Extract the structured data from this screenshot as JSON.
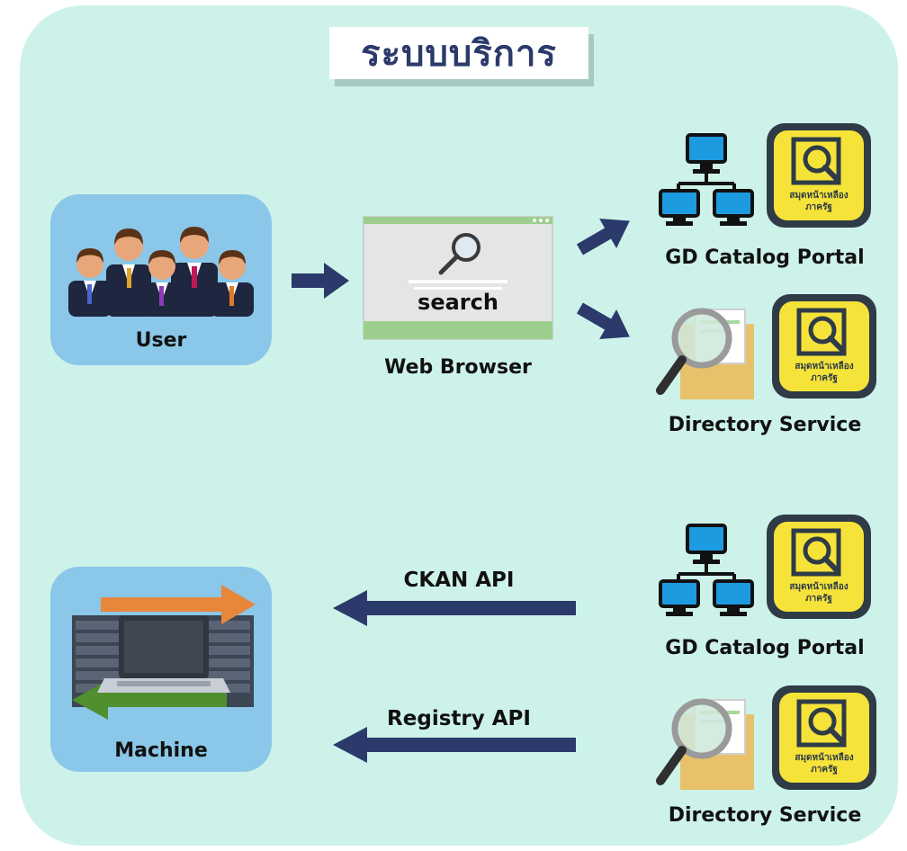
{
  "title": "ระบบบริการ",
  "user": {
    "label": "User"
  },
  "browser": {
    "search_text": "search",
    "label": "Web Browser"
  },
  "machine": {
    "label": "Machine"
  },
  "services_top": [
    {
      "label": "GD Catalog Portal",
      "badge_text": "สมุดหน้าเหลือง\nภาครัฐ"
    },
    {
      "label": "Directory Service",
      "badge_text": "สมุดหน้าเหลือง\nภาครัฐ"
    }
  ],
  "services_bottom": [
    {
      "label": "GD Catalog Portal",
      "badge_text": "สมุดหน้าเหลือง\nภาครัฐ"
    },
    {
      "label": "Directory Service",
      "badge_text": "สมุดหน้าเหลือง\nภาครัฐ"
    }
  ],
  "apis": [
    {
      "label": "CKAN API"
    },
    {
      "label": "Registry API"
    }
  ],
  "colors": {
    "background": "#cdf2ea",
    "card": "#8ac7e8",
    "arrow": "#2b3a6b",
    "badge_yellow": "#f5e33a",
    "machine_orange": "#e8863a",
    "machine_green": "#4f8f2e"
  }
}
